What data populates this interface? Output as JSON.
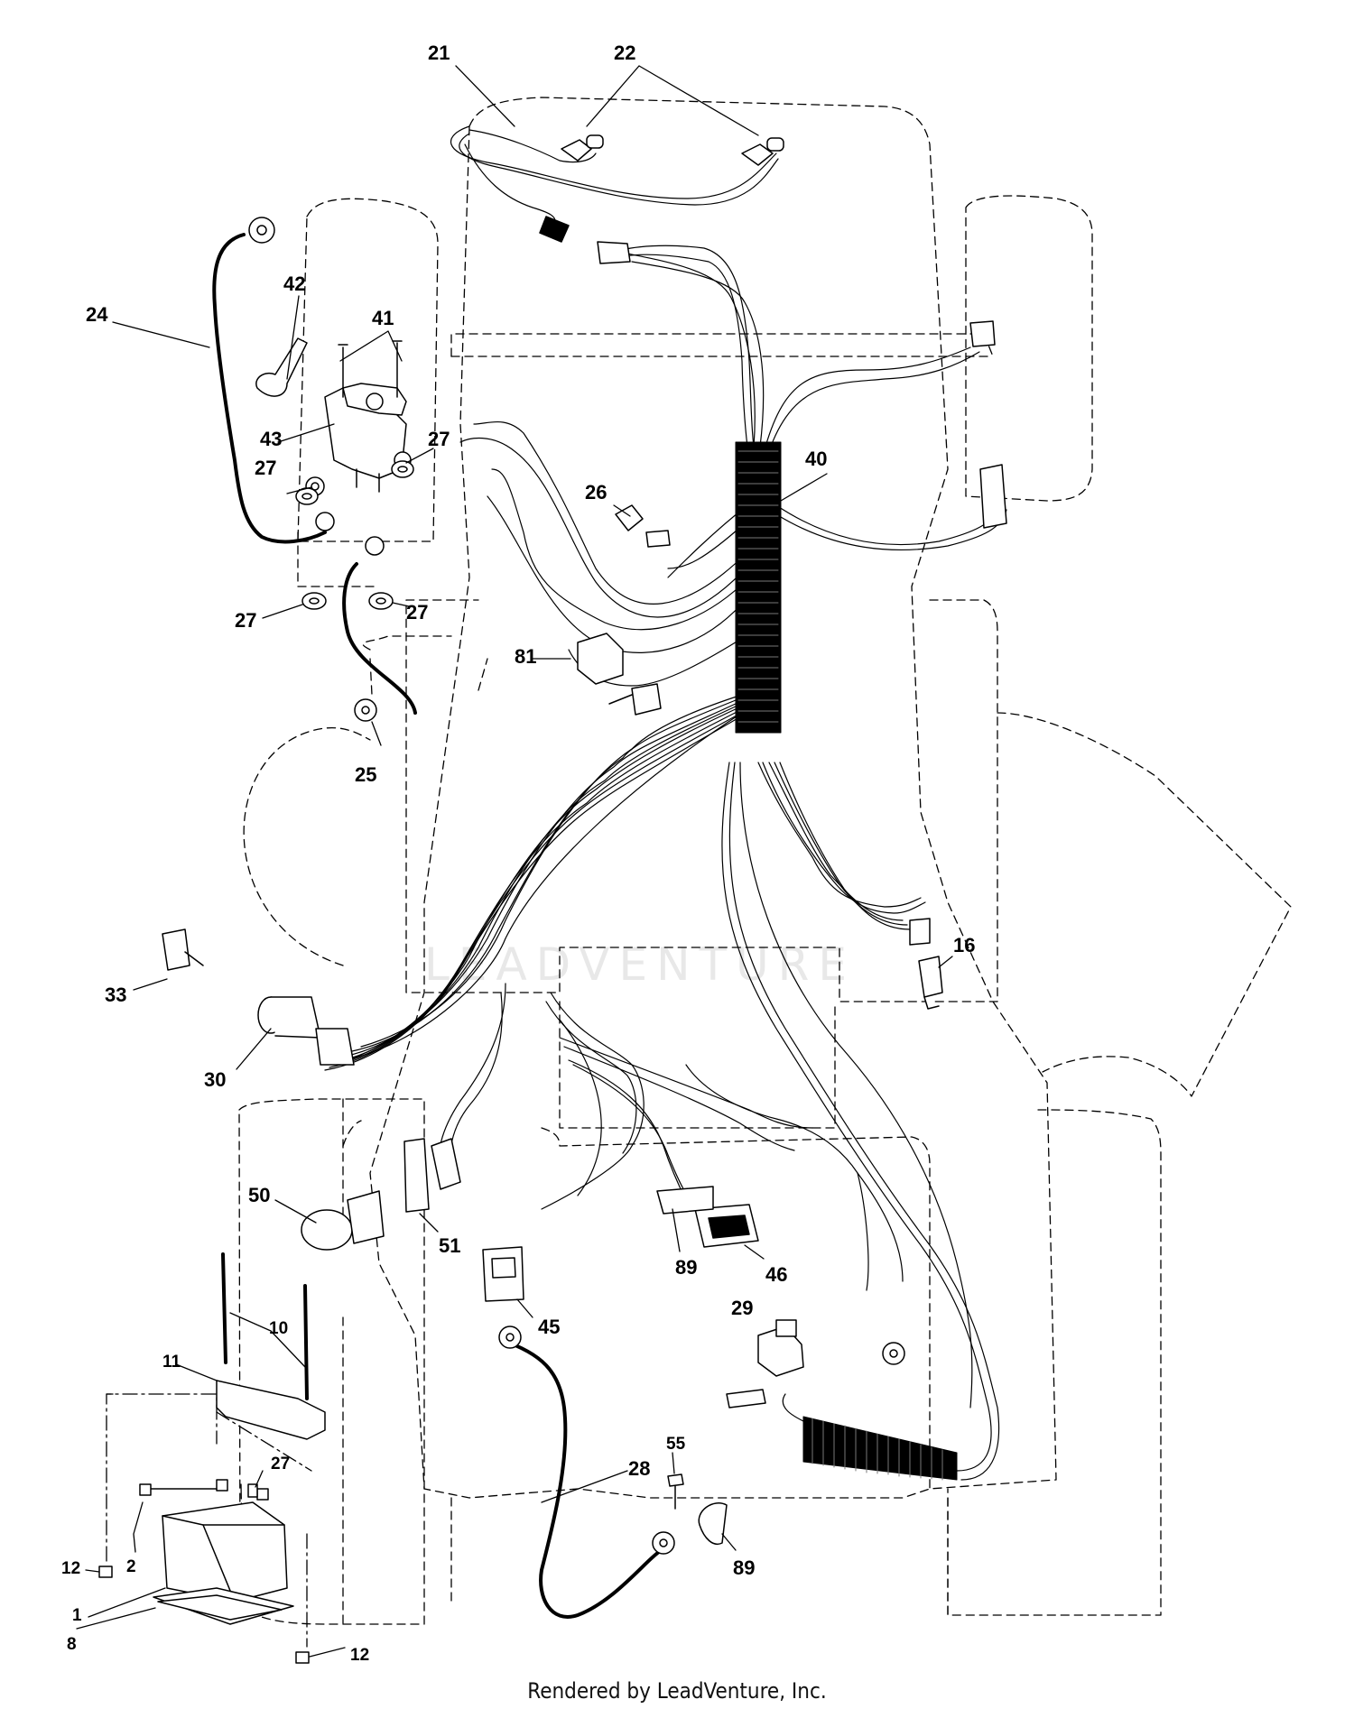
{
  "callouts": {
    "c21": "21",
    "c22": "22",
    "c24": "24",
    "c42": "42",
    "c41": "41",
    "c43": "43",
    "c27a": "27",
    "c27b": "27",
    "c27c": "27",
    "c27d": "27",
    "c25": "25",
    "c26": "26",
    "c40": "40",
    "c81": "81",
    "c16": "16",
    "c33": "33",
    "c30": "30",
    "c50": "50",
    "c51": "51",
    "c89a": "89",
    "c46": "46",
    "c45": "45",
    "c29": "29",
    "c10": "10",
    "c11": "11",
    "c27e": "27",
    "c55": "55",
    "c28": "28",
    "c89b": "89",
    "c12a": "12",
    "c2": "2",
    "c1": "1",
    "c8": "8",
    "c12b": "12"
  },
  "watermark": "LEADVENTURE",
  "footer": "Rendered by LeadVenture, Inc."
}
